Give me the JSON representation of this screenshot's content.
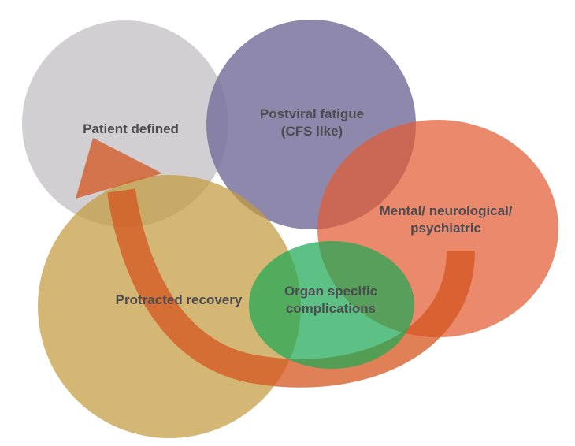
{
  "diagram": {
    "type": "venn",
    "text_color": "#4d4b50",
    "sets": [
      {
        "id": "patient-defined",
        "color": "#d1cfd1",
        "label_lines": [
          "Patient defined"
        ]
      },
      {
        "id": "postviral-fatigue-cfs-like",
        "color": "#7a739f",
        "label_lines": [
          "Postviral fatigue",
          "(CFS like)"
        ]
      },
      {
        "id": "mental-neurological-psychiatric",
        "color": "#e25b33",
        "label_lines": [
          "Mental/ neurological/",
          "psychiatric"
        ]
      },
      {
        "id": "protracted-recovery",
        "color": "#c49a40",
        "label_lines": [
          "Protracted recovery"
        ]
      },
      {
        "id": "organ-specific-complications",
        "color": "#1fa855",
        "label_lines": [
          "Organ specific",
          "complications"
        ]
      }
    ],
    "arrow": {
      "color": "#d4551f",
      "direction": "lower-right-to-upper-left"
    }
  }
}
